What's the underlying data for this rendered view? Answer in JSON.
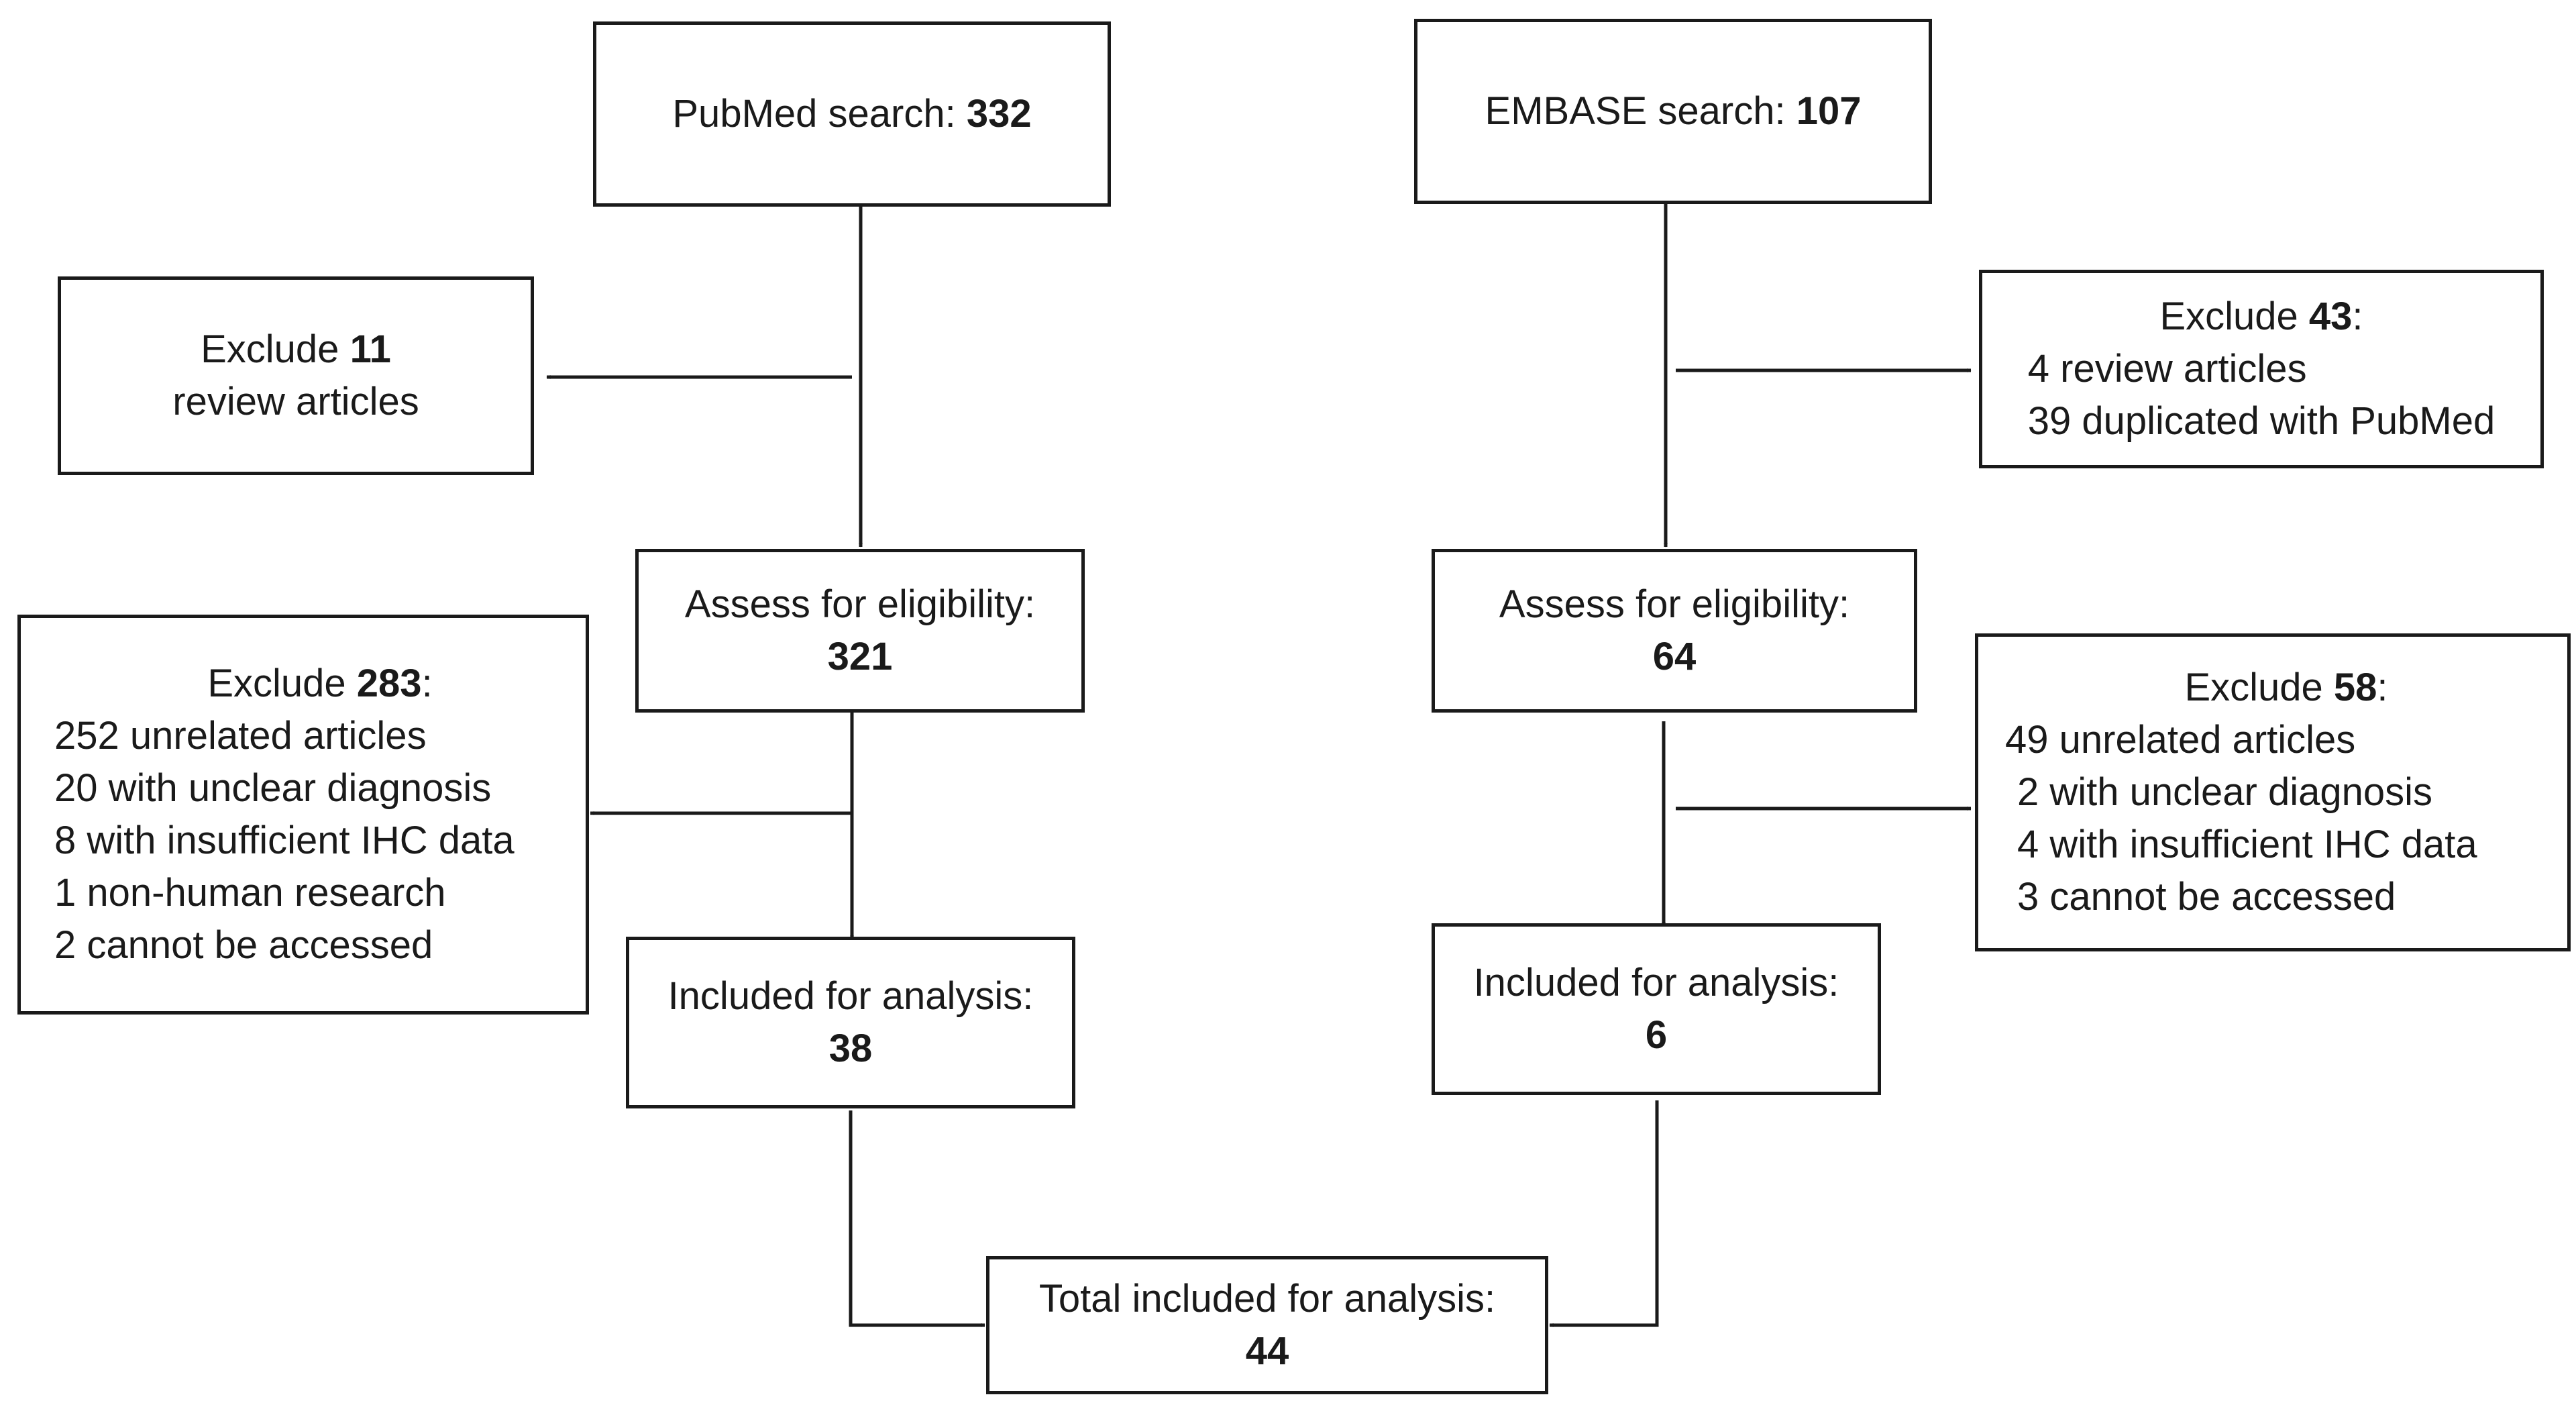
{
  "pubmed": {
    "search": {
      "label": "PubMed search: ",
      "count": "332"
    },
    "exclude_review": {
      "prefix": "Exclude ",
      "count": "11",
      "line2": "review articles"
    },
    "assess": {
      "label": "Assess for eligibility:",
      "count": "321"
    },
    "exclude_main": {
      "prefix": "Exclude ",
      "count": "283",
      "suffix": ":",
      "items": [
        "252 unrelated articles",
        "20 with unclear diagnosis",
        "8 with insufficient IHC data",
        "1 non-human research",
        "2 cannot be accessed"
      ]
    },
    "included": {
      "label": "Included for analysis:",
      "count": "38"
    }
  },
  "embase": {
    "search": {
      "label": "EMBASE search: ",
      "count": "107"
    },
    "exclude_review": {
      "prefix": "Exclude ",
      "count": "43",
      "suffix": ":",
      "items": [
        "4 review articles",
        "39 duplicated with PubMed"
      ]
    },
    "assess": {
      "label": "Assess for eligibility:",
      "count": "64"
    },
    "exclude_main": {
      "prefix": "Exclude ",
      "count": "58",
      "suffix": ":",
      "items": [
        "49 unrelated articles",
        "2 with unclear diagnosis",
        "4 with insufficient IHC data",
        "3 cannot be accessed"
      ]
    },
    "included": {
      "label": "Included for analysis:",
      "count": "6"
    }
  },
  "total": {
    "label": "Total included for analysis:",
    "count": "44"
  },
  "colors": {
    "line": "#1a1a1a",
    "background": "#ffffff"
  }
}
